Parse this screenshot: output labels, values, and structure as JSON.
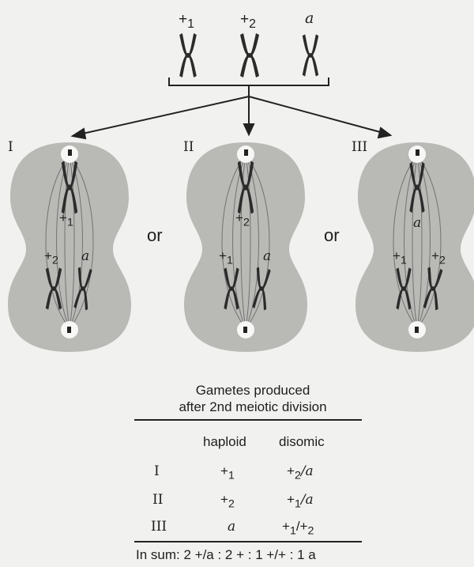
{
  "top_chromosomes": [
    {
      "symbol": "+",
      "sub": "1"
    },
    {
      "symbol": "+",
      "sub": "2"
    },
    {
      "symbol": "a",
      "sub": ""
    }
  ],
  "cells": [
    {
      "numeral": "I",
      "upper": {
        "symbol": "+",
        "sub": "1"
      },
      "lower_left": {
        "symbol": "+",
        "sub": "2"
      },
      "lower_right": {
        "symbol": "a",
        "sub": ""
      }
    },
    {
      "numeral": "II",
      "upper": {
        "symbol": "+",
        "sub": "2"
      },
      "lower_left": {
        "symbol": "+",
        "sub": "1"
      },
      "lower_right": {
        "symbol": "a",
        "sub": ""
      }
    },
    {
      "numeral": "III",
      "upper": {
        "symbol": "a",
        "sub": ""
      },
      "lower_left": {
        "symbol": "+",
        "sub": "1"
      },
      "lower_right": {
        "symbol": "+",
        "sub": "2"
      }
    }
  ],
  "or_word": "or",
  "table": {
    "title_line1": "Gametes produced",
    "title_line2": "after 2nd meiotic division",
    "headers": [
      "haploid",
      "disomic"
    ],
    "rows": [
      {
        "numeral": "I",
        "haploid": {
          "symbol": "+",
          "sub": "1"
        },
        "disomic": [
          {
            "symbol": "+",
            "sub": "2"
          },
          {
            "symbol": "/a",
            "sub": ""
          }
        ]
      },
      {
        "numeral": "II",
        "haploid": {
          "symbol": "+",
          "sub": "2"
        },
        "disomic": [
          {
            "symbol": "+",
            "sub": "1"
          },
          {
            "symbol": "/a",
            "sub": ""
          }
        ]
      },
      {
        "numeral": "III",
        "haploid": {
          "symbol": "a",
          "sub": ""
        },
        "disomic": [
          {
            "symbol": "+",
            "sub": "1"
          },
          {
            "symbol": "/+",
            "sub": "2"
          }
        ]
      }
    ],
    "summary": "In sum: 2 +/a : 2 + : 1 +/+ : 1 a"
  },
  "colors": {
    "chromosome": "#2b2b2b",
    "cell_fill": "#b9b9b6",
    "ink": "#1e1e1e"
  }
}
